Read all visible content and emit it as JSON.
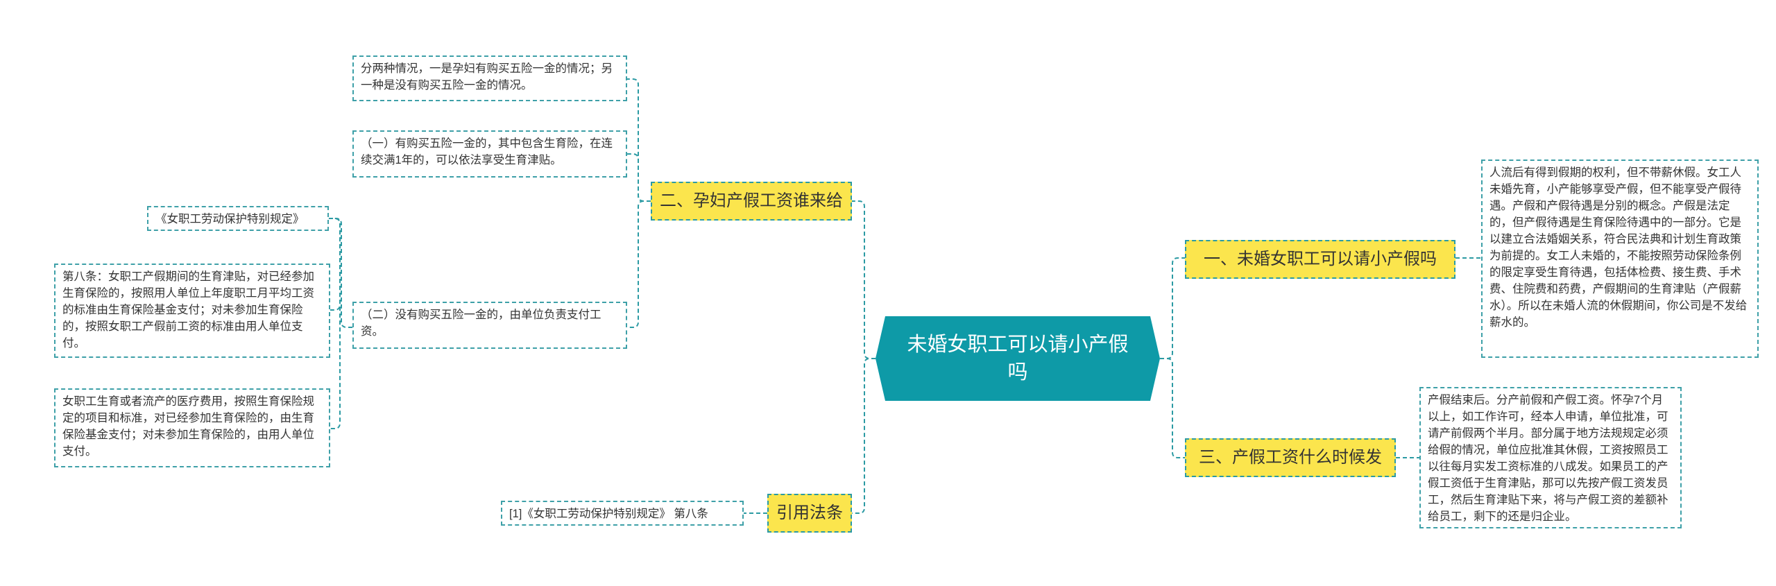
{
  "central": {
    "title": "未婚女职工可以请小产假吗"
  },
  "branches": {
    "b1": {
      "label": "一、未婚女职工可以请小产假吗",
      "text": "人流后有得到假期的权利，但不带薪休假。女工人未婚先育，小产能够享受产假，但不能享受产假待遇。产假和产假待遇是分别的概念。产假是法定的，但产假待遇是生育保险待遇中的一部分。它是以建立合法婚姻关系，符合民法典和计划生育政策为前提的。女工人未婚的，不能按照劳动保险条例的限定享受生育待遇，包括体检费、接生费、手术费、住院费和药费，产假期间的生育津贴（产假薪水）。所以在未婚人流的休假期间，你公司是不发给薪水的。"
    },
    "b3": {
      "label": "三、产假工资什么时候发",
      "text": "产假结束后。分产前假和产假工资。怀孕7个月以上，如工作许可，经本人申请，单位批准，可请产前假两个半月。部分属于地方法规规定必须给假的情况，单位应批准其休假，工资按照员工以往每月实发工资标准的八成发。如果员工的产假工资低于生育津贴，那可以先按产假工资发员工，然后生育津贴下来，将与产假工资的差额补给员工，剩下的还是归企业。"
    },
    "b2": {
      "label": "二、孕妇产假工资谁来给",
      "intro": "分两种情况，一是孕妇有购买五险一金的情况；另一种是没有购买五险一金的情况。",
      "case1": "（一）有购买五险一金的，其中包含生育险，在连续交满1年的，可以依法享受生育津贴。",
      "case2": "（二）没有购买五险一金的，由单位负责支付工资。",
      "law_title": "《女职工劳动保护特别规定》",
      "article": "第八条：女职工产假期间的生育津贴，对已经参加生育保险的，按照用人单位上年度职工月平均工资的标准由生育保险基金支付；对未参加生育保险的，按照女职工产假前工资的标准由用人单位支付。",
      "medical": "女职工生育或者流产的医疗费用，按照生育保险规定的项目和标准，对已经参加生育保险的，由生育保险基金支付；对未参加生育保险的，由用人单位支付。"
    },
    "ref": {
      "label": "引用法条",
      "citation": "[1]《女职工劳动保护特别规定》 第八条"
    }
  },
  "colors": {
    "central_bg": "#0e9aa7",
    "topic_bg": "#fbe54d",
    "connector": "#2b9aa3"
  }
}
